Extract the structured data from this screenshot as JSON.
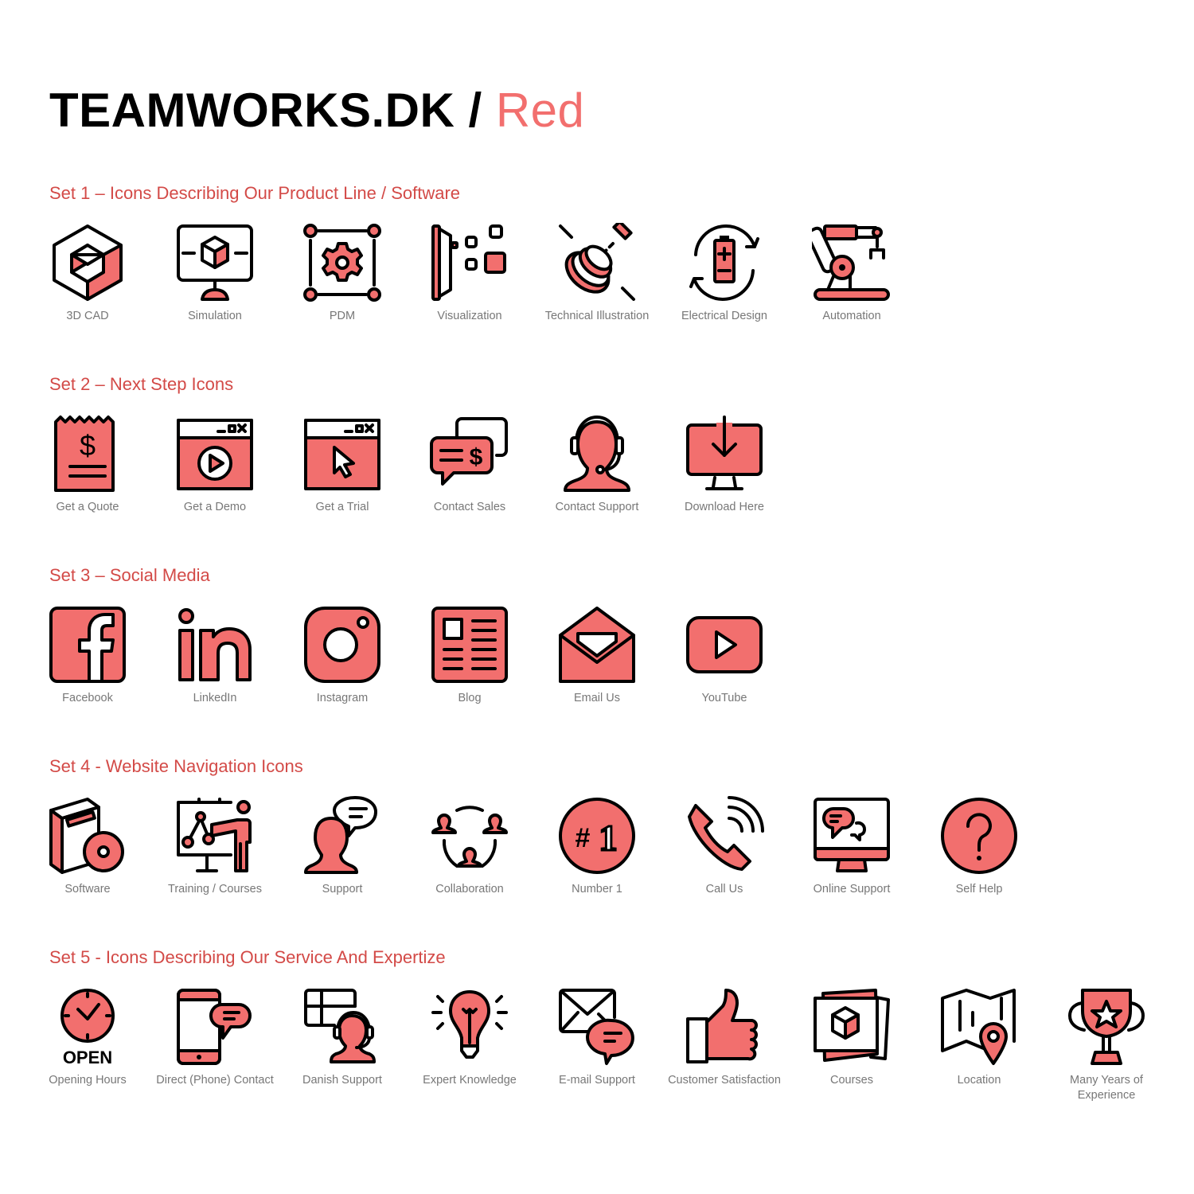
{
  "header": {
    "title_main": "TEAMWORKS.DK / ",
    "title_accent": "Red",
    "accent_color": "#f26f6e",
    "heading_color": "#d34a47",
    "label_color": "#777777"
  },
  "sets": [
    {
      "heading": "Set 1 – Icons Describing Our Product Line / Software",
      "icons": [
        {
          "label": "3D CAD",
          "icon": "isometric-cube-icon"
        },
        {
          "label": "Simulation",
          "icon": "monitor-cube-icon"
        },
        {
          "label": "PDM",
          "icon": "gear-frame-icon"
        },
        {
          "label": "Visualization",
          "icon": "projection-icon"
        },
        {
          "label": "Technical Illustration",
          "icon": "exploded-part-icon"
        },
        {
          "label": "Electrical Design",
          "icon": "battery-cycle-icon"
        },
        {
          "label": "Automation",
          "icon": "robot-arm-icon"
        }
      ]
    },
    {
      "heading": "Set 2 – Next Step Icons",
      "icons": [
        {
          "label": "Get a Quote",
          "icon": "receipt-dollar-icon"
        },
        {
          "label": "Get a Demo",
          "icon": "window-play-icon"
        },
        {
          "label": "Get a Trial",
          "icon": "window-cursor-icon"
        },
        {
          "label": "Contact Sales",
          "icon": "chat-dollar-icon"
        },
        {
          "label": "Contact Support",
          "icon": "headset-agent-icon"
        },
        {
          "label": "Download Here",
          "icon": "monitor-download-icon"
        }
      ]
    },
    {
      "heading": "Set 3 – Social Media",
      "icons": [
        {
          "label": "Facebook",
          "icon": "facebook-icon"
        },
        {
          "label": "LinkedIn",
          "icon": "linkedin-icon"
        },
        {
          "label": "Instagram",
          "icon": "instagram-icon"
        },
        {
          "label": "Blog",
          "icon": "newspaper-icon"
        },
        {
          "label": "Email Us",
          "icon": "open-envelope-icon"
        },
        {
          "label": "YouTube",
          "icon": "youtube-icon"
        }
      ]
    },
    {
      "heading": "Set 4 - Website Navigation Icons",
      "icons": [
        {
          "label": "Software",
          "icon": "software-box-disc-icon"
        },
        {
          "label": "Training / Courses",
          "icon": "presenter-board-icon"
        },
        {
          "label": "Support",
          "icon": "person-speech-icon"
        },
        {
          "label": "Collaboration",
          "icon": "people-circle-icon"
        },
        {
          "label": "Number 1",
          "icon": "number-one-badge-icon"
        },
        {
          "label": "Call Us",
          "icon": "phone-ringing-icon"
        },
        {
          "label": "Online Support",
          "icon": "monitor-chat-icon"
        },
        {
          "label": "Self Help",
          "icon": "question-circle-icon"
        }
      ]
    },
    {
      "heading": "Set 5 - Icons Describing Our Service And Expertize",
      "icons": [
        {
          "label": "Opening Hours",
          "icon": "clock-open-icon",
          "badge": "OPEN"
        },
        {
          "label": "Direct (Phone) Contact",
          "icon": "smartphone-chat-icon"
        },
        {
          "label": "Danish Support",
          "icon": "flag-headset-icon"
        },
        {
          "label": "Expert Knowledge",
          "icon": "lightbulb-icon"
        },
        {
          "label": "E-mail Support",
          "icon": "envelope-chat-icon"
        },
        {
          "label": "Customer Satisfaction",
          "icon": "thumbs-up-icon"
        },
        {
          "label": "Courses",
          "icon": "stacked-cards-cube-icon"
        },
        {
          "label": "Location",
          "icon": "map-pin-icon"
        },
        {
          "label": "Many Years of Experience",
          "icon": "trophy-star-icon"
        }
      ]
    }
  ]
}
